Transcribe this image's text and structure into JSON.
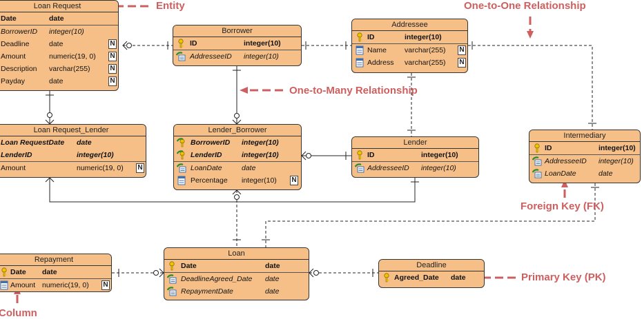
{
  "entities": {
    "loan_request": {
      "title": "Loan Request",
      "header": {
        "name": "Date",
        "type": "date"
      },
      "rows": [
        {
          "name": "BorrowerID",
          "type": "integer(10)"
        },
        {
          "name": "Deadline",
          "type": "date",
          "nullable": "N"
        },
        {
          "name": "Amount",
          "type": "numeric(19, 0)",
          "nullable": "N"
        },
        {
          "name": "Description",
          "type": "varchar(255)",
          "nullable": "N"
        },
        {
          "name": "Payday",
          "type": "date",
          "nullable": "N"
        }
      ]
    },
    "borrower": {
      "title": "Borrower",
      "rows": [
        {
          "name": "ID",
          "type": "integer(10)"
        },
        {
          "name": "AddresseeID",
          "type": "integer(10)"
        }
      ]
    },
    "addressee": {
      "title": "Addressee",
      "rows": [
        {
          "name": "ID",
          "type": "integer(10)"
        },
        {
          "name": "Name",
          "type": "varchar(255)",
          "nullable": "N"
        },
        {
          "name": "Address",
          "type": "varchar(255)",
          "nullable": "N"
        }
      ]
    },
    "loan_request_lender": {
      "title": "Loan Request_Lender",
      "rows": [
        {
          "name": "Loan RequestDate",
          "type": "date"
        },
        {
          "name": "LenderID",
          "type": "integer(10)"
        },
        {
          "name": "Amount",
          "type": "numeric(19, 0)",
          "nullable": "N"
        }
      ]
    },
    "lender_borrower": {
      "title": "Lender_Borrower",
      "rows": [
        {
          "name": "BorrowerID",
          "type": "integer(10)"
        },
        {
          "name": "LenderID",
          "type": "integer(10)"
        },
        {
          "name": "LoanDate",
          "type": "date"
        },
        {
          "name": "Percentage",
          "type": "integer(10)",
          "nullable": "N"
        }
      ]
    },
    "lender": {
      "title": "Lender",
      "rows": [
        {
          "name": "ID",
          "type": "integer(10)"
        },
        {
          "name": "AddresseeID",
          "type": "integer(10)"
        }
      ]
    },
    "intermediary": {
      "title": "Intermediary",
      "rows": [
        {
          "name": "ID",
          "type": "integer(10)"
        },
        {
          "name": "AddresseeID",
          "type": "integer(10)"
        },
        {
          "name": "LoanDate",
          "type": "date"
        }
      ]
    },
    "repayment": {
      "title": "Repayment",
      "rows": [
        {
          "name": "Date",
          "type": "date"
        },
        {
          "name": "Amount",
          "type": "numeric(19, 0)",
          "nullable": "N"
        }
      ]
    },
    "loan": {
      "title": "Loan",
      "rows": [
        {
          "name": "Date",
          "type": "date"
        },
        {
          "name": "DeadlineAgreed_Date",
          "type": "date"
        },
        {
          "name": "RepaymentDate",
          "type": "date"
        }
      ]
    },
    "deadline": {
      "title": "Deadline",
      "rows": [
        {
          "name": "Agreed_Date",
          "type": "date"
        }
      ]
    }
  },
  "callouts": {
    "entity": "Entity",
    "one_to_one": "One-to-One Relationship",
    "one_to_many": "One-to-Many Relationship",
    "foreign_key": "Foreign Key (FK)",
    "primary_key": "Primary Key (PK)",
    "column": "Column"
  },
  "colors": {
    "entity_fill": "#f6bf88",
    "callout": "#cd5f5f",
    "line": "#222222"
  }
}
